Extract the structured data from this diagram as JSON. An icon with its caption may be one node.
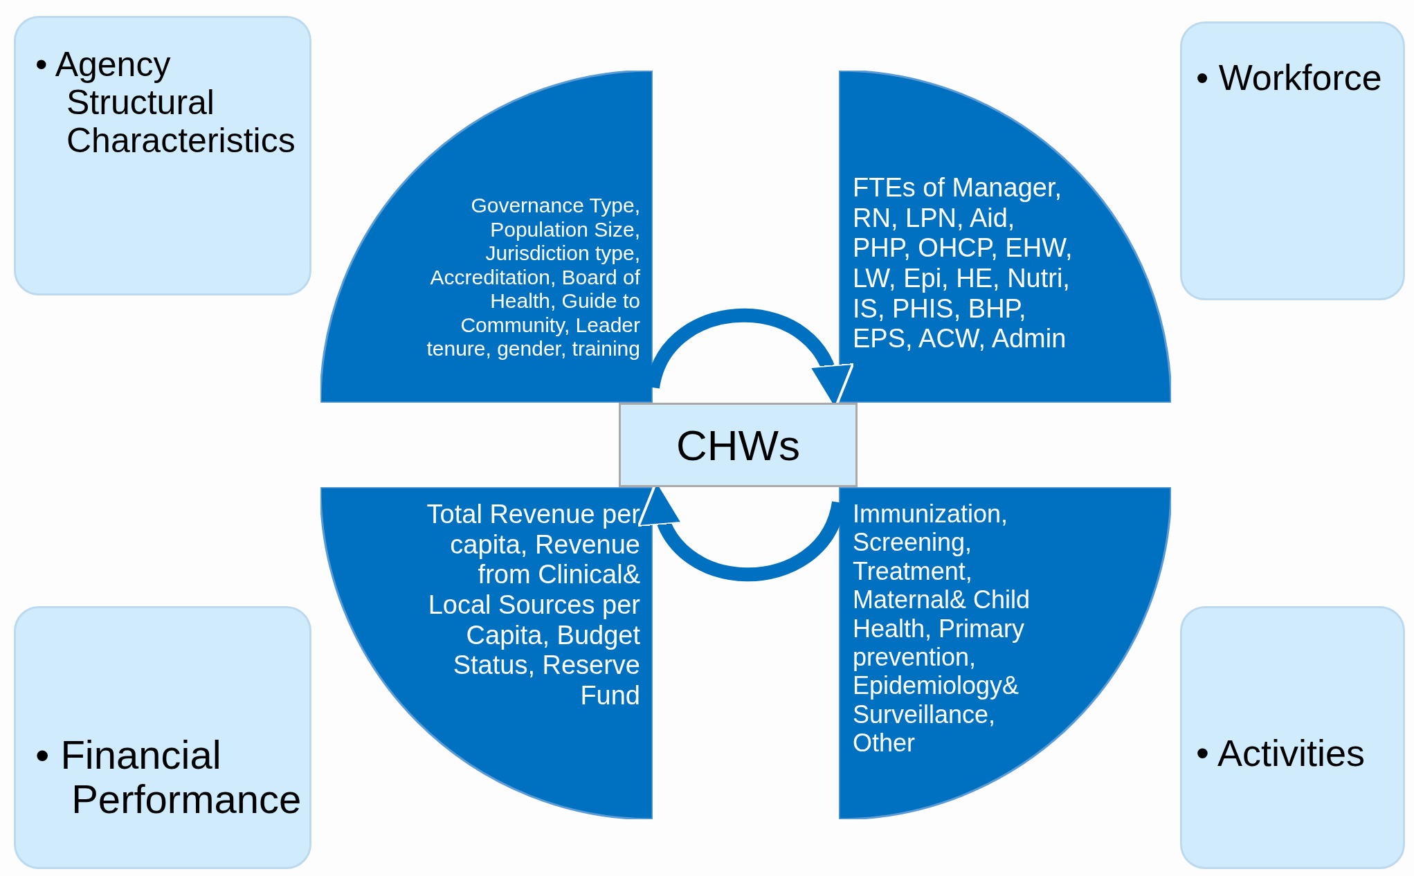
{
  "diagram": {
    "nodes": [
      {
        "text": [
          "• Agency Structural Characteristics"
        ]
      },
      {
        "text": [
          "Governance Type, Population Size, Jurisdiction type, Accreditation, Board of Health, Guide to Community, Leader tenure, gender, training"
        ]
      },
      {
        "text": [
          "FTEs of Manager, RN, LPN, Aid, PHP, OHCP, EHW, LW, Epi, HE, Nutri, IS, PHIS, BHP, EPS, ACW, Admin"
        ]
      },
      {
        "text": [
          "• Workforce"
        ]
      },
      {
        "text": [
          "CHWs"
        ]
      },
      {
        "text": [
          "Total Revenue per capita, Revenue from Clinical& Local Sources per Capita, Budget Status, Reserve Fund"
        ]
      },
      {
        "text": [
          "• Financial Performance"
        ]
      },
      {
        "text": [
          "Immunization, Screening, Treatment, Maternal& Child Health, Primary prevention, Epidemiology& Surveillance, Other"
        ]
      },
      {
        "text": [
          "• Activities"
        ]
      }
    ],
    "edges": [
      {
        "from": 1,
        "to": 2,
        "arrow": "to"
      },
      {
        "from": 7,
        "to": 5,
        "arrow": "to"
      }
    ]
  }
}
